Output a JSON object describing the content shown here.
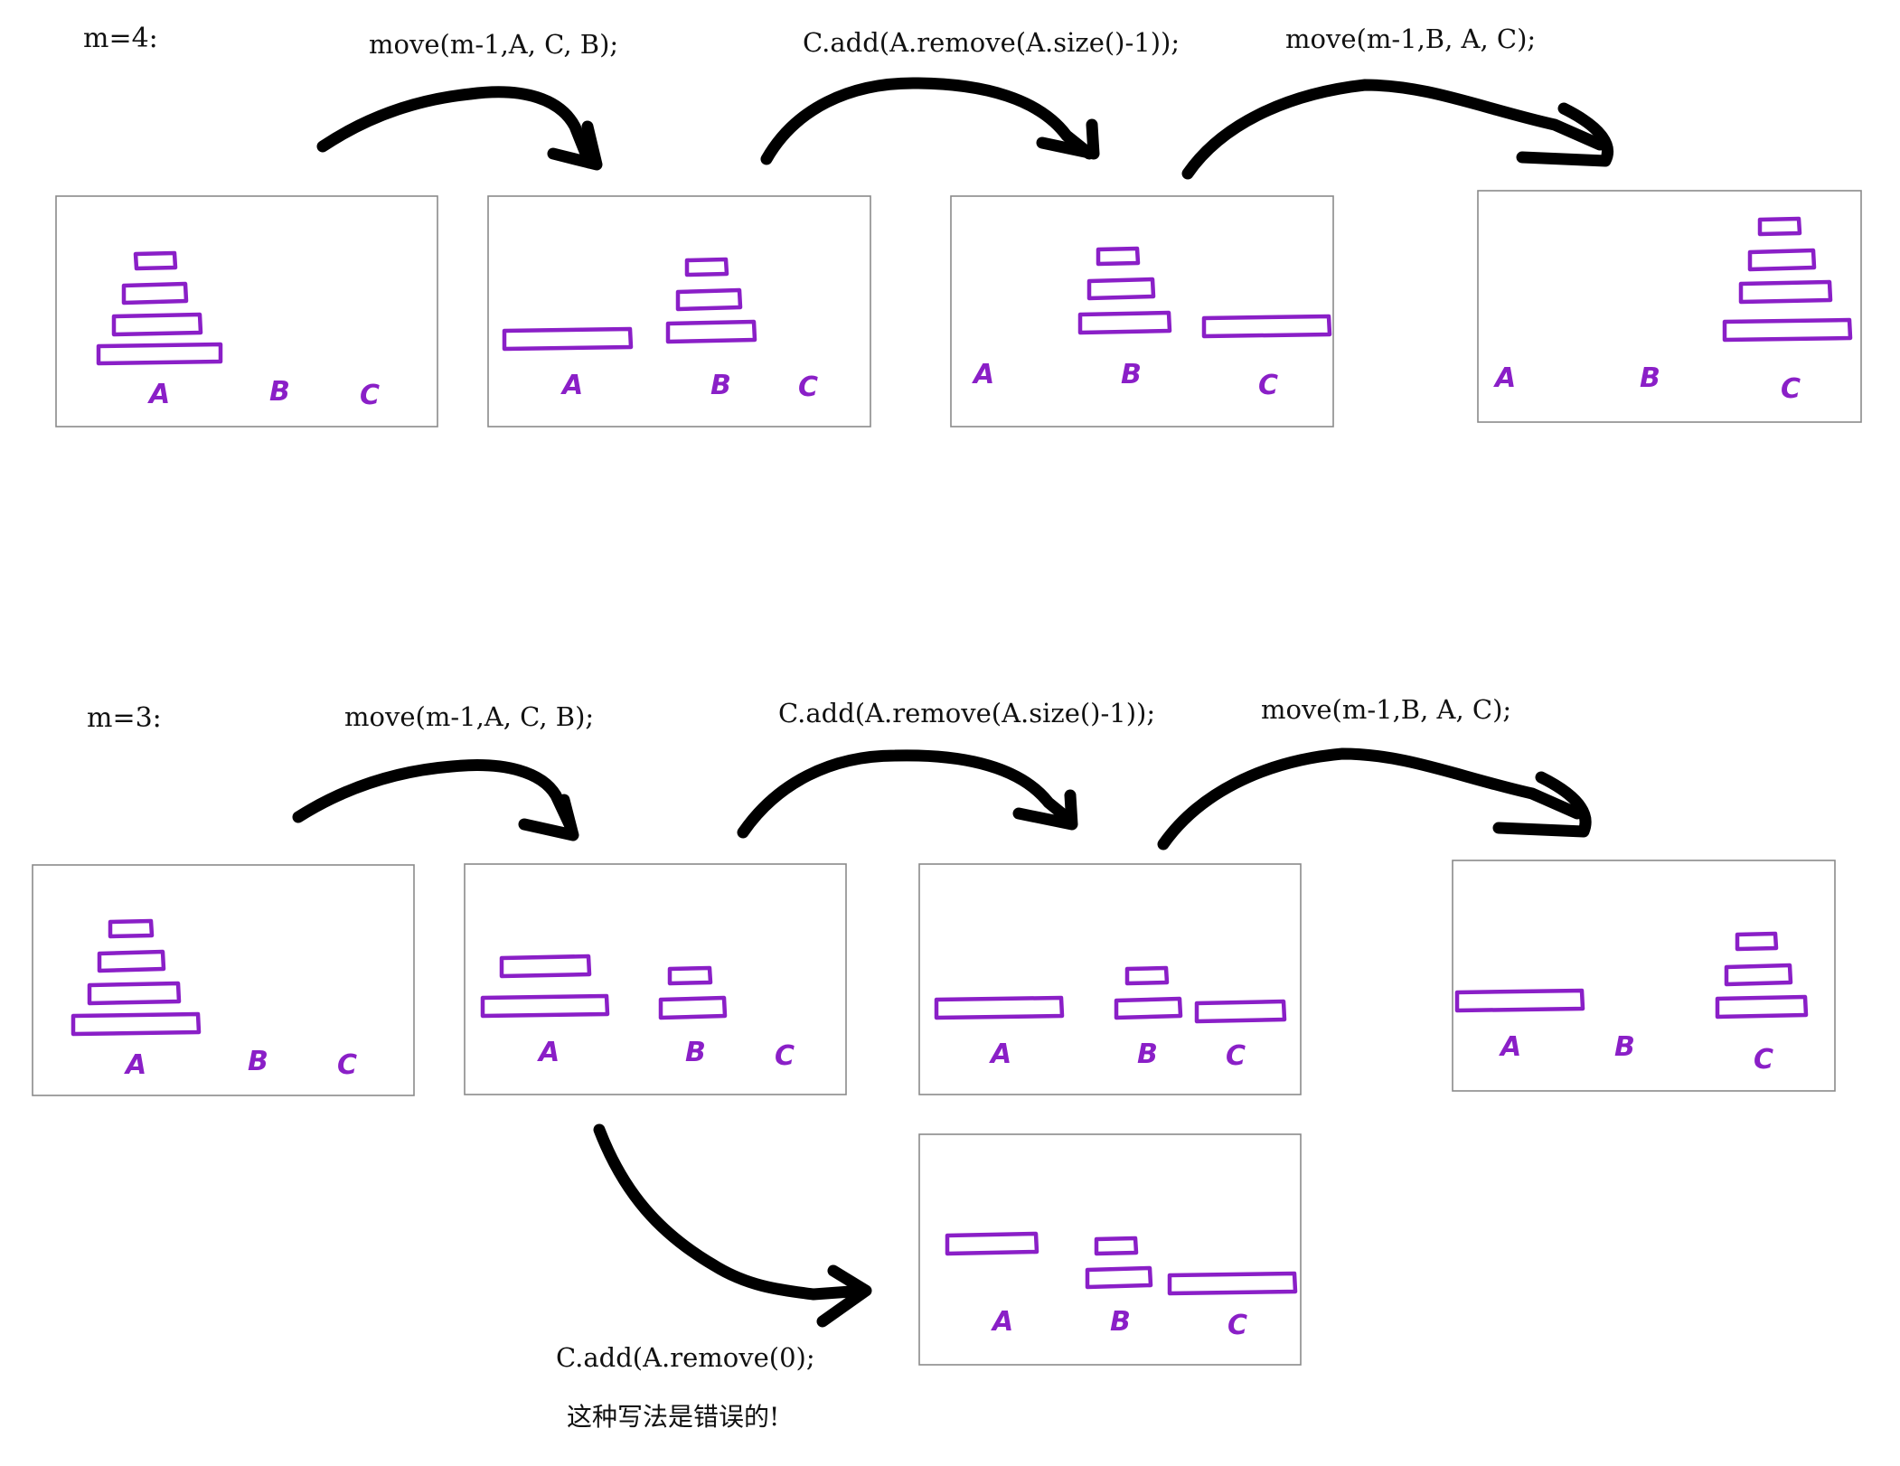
{
  "colors": {
    "ink": "#000000",
    "disk": "#8a1fc7",
    "panel_border": "#8a8a8a",
    "background": "#ffffff"
  },
  "peg_labels": [
    "A",
    "B",
    "C"
  ],
  "row_m4": {
    "title": "m=4:",
    "step_labels": [
      "move(m-1,A, C, B);",
      "C.add(A.remove(A.size()-1));",
      "move(m-1,B, A, C);"
    ]
  },
  "row_m3": {
    "title": "m=3:",
    "step_labels": [
      "move(m-1,A, C, B);",
      "C.add(A.remove(A.size()-1));",
      "move(m-1,B, A, C);"
    ],
    "wrong_step_label": "C.add(A.remove(0);",
    "wrong_note": "这种写法是错误的!"
  },
  "icons": [
    "curved-arrow-icon"
  ]
}
